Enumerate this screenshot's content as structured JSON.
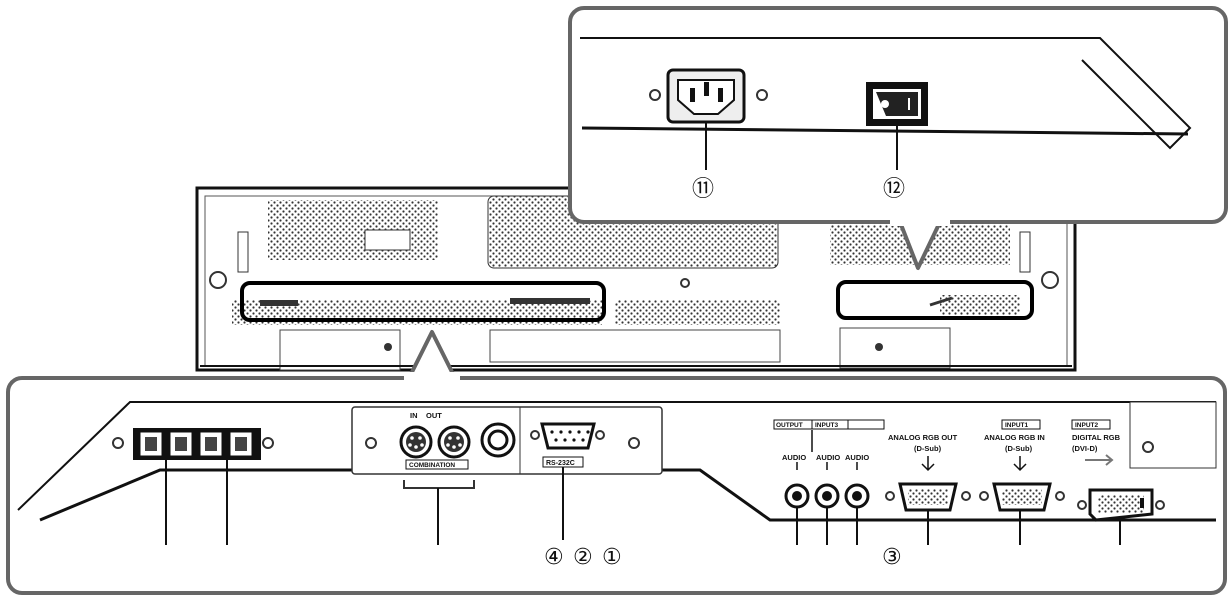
{
  "callouts": {
    "c11": "⑪",
    "c12": "⑫",
    "c3": "③",
    "c4": "④",
    "c2": "②",
    "c1": "①"
  },
  "panel_labels": {
    "in": "IN",
    "out": "OUT",
    "combination": "COMBINATION",
    "rs232c": "RS-232C",
    "output": "OUTPUT",
    "input3": "INPUT3",
    "audio_1": "AUDIO",
    "audio_2": "AUDIO",
    "audio_3": "AUDIO",
    "analog_rgb_out": "ANALOG RGB OUT",
    "analog_rgb_out_sub": "(D-Sub)",
    "input1": "INPUT1",
    "analog_rgb_in": "ANALOG RGB IN",
    "analog_rgb_in_sub": "(D-Sub)",
    "input2": "INPUT2",
    "digital_rgb": "DIGITAL RGB",
    "digital_rgb_sub": "(DVI-D)"
  }
}
